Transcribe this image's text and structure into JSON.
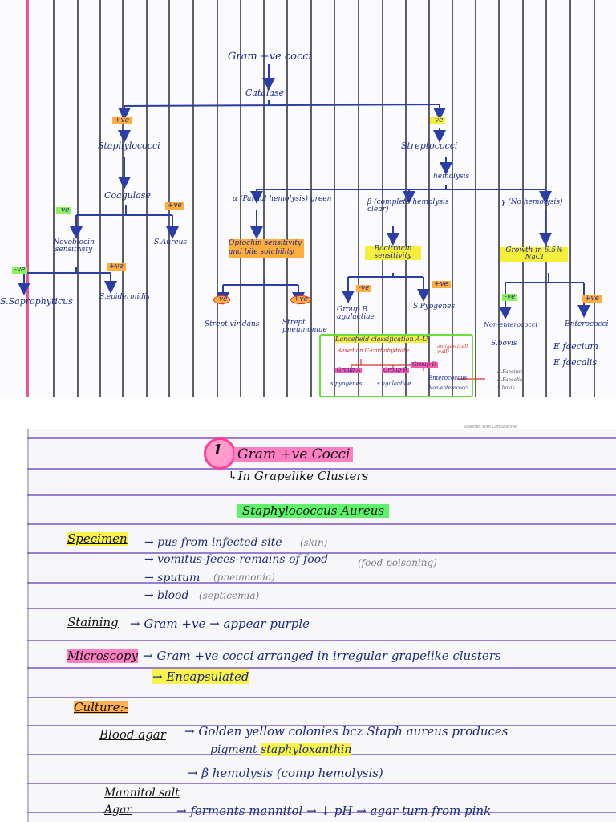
{
  "flowchart": {
    "root": "Gram +ve cocci",
    "catalase": "Catalase",
    "cat_neg": "+ve",
    "cat_pos": "-ve",
    "staph": "Staphylococci",
    "strep": "Streptococci",
    "hemolysis": "hemolysis",
    "coagulase": "Coagulase",
    "coag_neg": "-ve",
    "coag_pos": "+ve",
    "novobiocin": "Novobiocin sensitivity",
    "s_aureus": "S.Aureus",
    "novo_neg": "-ve",
    "novo_pos": "+ve",
    "s_sapro": "S.Saprophyticus",
    "s_epi": "S.epidermidis",
    "alpha": "α (Partial hemolysis) green",
    "beta": "β (complete hemolysis clear)",
    "gamma": "γ (No hemolysis)",
    "optochin": "Optochin sensitivity and bile solubility",
    "opto_neg": "-ve",
    "opto_pos": "+ve",
    "strep_viridans": "Strept.viridans",
    "strep_pneu": "Strept. pneumoniae",
    "bacitracin": "Bacitracin sensitivity",
    "bac_neg": "-ve",
    "bac_pos": "+ve",
    "group_b": "Group B agalactiae",
    "s_pyogenes": "S.Pyogenes",
    "growth": "Growth in 6.5% NaCl",
    "grow_neg": "-ve",
    "grow_pos": "+ve",
    "non_entero": "Non-enterococci",
    "s_bovis": "S.bovis",
    "enterococci": "Enterococci",
    "e_faecium": "E.faecium",
    "e_faecalis": "E.faecalis",
    "lancefield": "Lancefield classification A-U",
    "based_on": "Based on C-carbohydrate",
    "antigen": "antigen (cell wall)",
    "grp_a": "Group A",
    "grp_b": "Group B",
    "grp_d": "Group D",
    "l_pyo": "s.pyogenes",
    "l_aga": "s.agalactiae",
    "l_entero": "Enterococcus",
    "l_nonentero": "Non-enterococci",
    "l_ef1": "E.Faecium",
    "l_ef2": "E.Faecalis",
    "l_sbovis": "S.bovis"
  },
  "scan_note": "Scanned with CamScanner",
  "notes": {
    "number": "1",
    "title": "Gram +ve Cocci",
    "subtitle": "↳In Grapelike Clusters",
    "organism": "Staphylococcus Aureus",
    "specimen_label": "Specimen",
    "specimen_1": "→ pus from infected site",
    "specimen_1_note": "(skin)",
    "specimen_2": "→ vomitus-feces-remains of food",
    "specimen_2_note": "(food poisoning)",
    "specimen_3": "→ sputum",
    "specimen_3_note": "(pneumonia)",
    "specimen_4": "→ blood",
    "specimen_4_note": "(septicemia)",
    "staining_label": "Staining",
    "staining_text": "→ Gram +ve → appear purple",
    "micro_label": "Microscopy",
    "micro_text": "→ Gram +ve cocci arranged in irregular grapelike clusters",
    "micro_text_2": "→ Encapsulated",
    "culture_label": "Culture:-",
    "blood_agar_label": "Blood agar",
    "blood_agar_text": "→ Golden yellow colonies bcz Staph aureus produces",
    "pigment_text": "pigment",
    "pigment_name": "staphyloxanthin",
    "beta_text": "→ β hemolysis (comp hemolysis)",
    "mannitol_label": "Mannitol salt",
    "agar_label": "Agar",
    "mannitol_text": "→ ferments mannitol → ↓ pH → agar turn from pink"
  }
}
